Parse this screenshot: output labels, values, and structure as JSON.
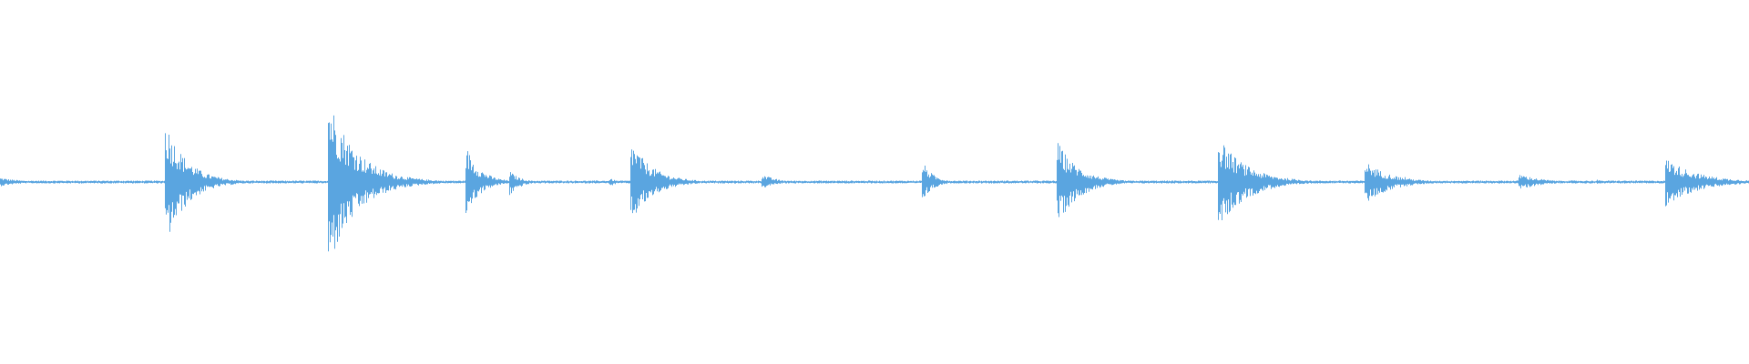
{
  "waveform": {
    "color": "#5aa5e0",
    "background": "#ffffff",
    "noise_floor": 0.01,
    "events": [
      {
        "t": 0.0,
        "peak_up": 0.03,
        "peak_down": 0.03,
        "decay": 0.012
      },
      {
        "t": 0.094,
        "peak_up": 0.44,
        "peak_down": 0.46,
        "decay": 0.012
      },
      {
        "t": 0.187,
        "peak_up": 0.62,
        "peak_down": 0.62,
        "decay": 0.016
      },
      {
        "t": 0.266,
        "peak_up": 0.26,
        "peak_down": 0.24,
        "decay": 0.008
      },
      {
        "t": 0.291,
        "peak_up": 0.08,
        "peak_down": 0.1,
        "decay": 0.006
      },
      {
        "t": 0.348,
        "peak_up": 0.03,
        "peak_down": 0.04,
        "decay": 0.004
      },
      {
        "t": 0.36,
        "peak_up": 0.3,
        "peak_down": 0.3,
        "decay": 0.012
      },
      {
        "t": 0.435,
        "peak_up": 0.06,
        "peak_down": 0.05,
        "decay": 0.008
      },
      {
        "t": 0.49,
        "peak_up": 0.01,
        "peak_down": 0.01,
        "decay": 0.008
      },
      {
        "t": 0.527,
        "peak_up": 0.15,
        "peak_down": 0.14,
        "decay": 0.006
      },
      {
        "t": 0.604,
        "peak_up": 0.29,
        "peak_down": 0.31,
        "decay": 0.012
      },
      {
        "t": 0.696,
        "peak_up": 0.32,
        "peak_down": 0.33,
        "decay": 0.016
      },
      {
        "t": 0.78,
        "peak_up": 0.15,
        "peak_down": 0.16,
        "decay": 0.014
      },
      {
        "t": 0.803,
        "peak_up": 0.04,
        "peak_down": 0.04,
        "decay": 0.004
      },
      {
        "t": 0.868,
        "peak_up": 0.06,
        "peak_down": 0.06,
        "decay": 0.012
      },
      {
        "t": 0.913,
        "peak_up": 0.02,
        "peak_down": 0.02,
        "decay": 0.002
      },
      {
        "t": 0.952,
        "peak_up": 0.17,
        "peak_down": 0.17,
        "decay": 0.018
      }
    ]
  }
}
